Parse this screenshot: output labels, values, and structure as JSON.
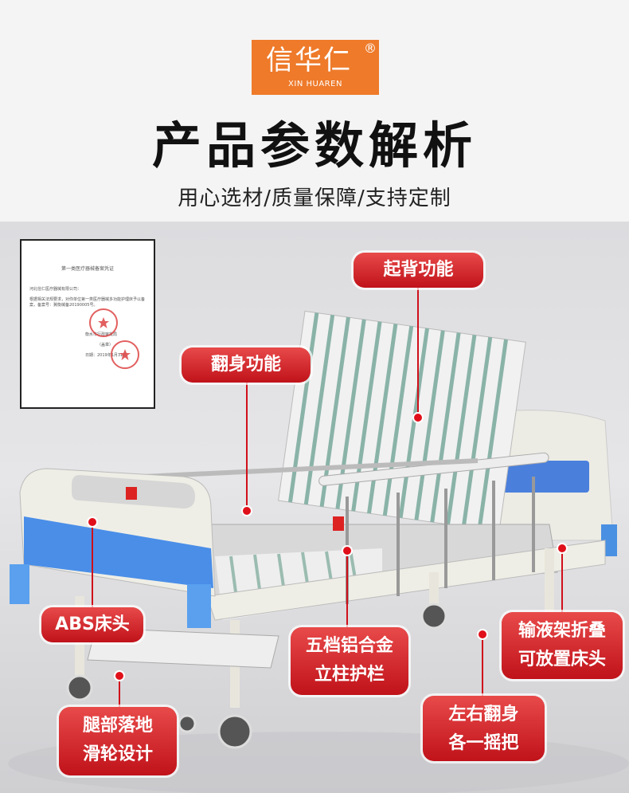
{
  "brand": {
    "name_cn": "信华仁",
    "name_en": "XIN HUAREN",
    "reg_mark": "®",
    "color": "#ee7a2a"
  },
  "header": {
    "title": "产品参数解析",
    "subtitle": "用心选材/质量保障/支持定制"
  },
  "certificate": {
    "title": "第一类医疗器械备案凭证",
    "addressee": "河北信仁医疗器械有限公司：",
    "body": "根据相关法规要求，对你单位第一类医疗器械多功能护理床予以备案，备案号：冀衡械备20190005号。",
    "issuer": "衡水市行政审批局",
    "seal_note": "（盖章）",
    "date": "日期：2019年1月31日"
  },
  "callouts": [
    {
      "id": "backrest",
      "text": "起背功能"
    },
    {
      "id": "turn-over",
      "text": "翻身功能"
    },
    {
      "id": "abs-head",
      "text": "ABS床头"
    },
    {
      "id": "guardrail",
      "lines": [
        "五档铝合金",
        "立柱护栏"
      ]
    },
    {
      "id": "iv-pole",
      "lines": [
        "输液架折叠",
        "可放置床头"
      ]
    },
    {
      "id": "crank",
      "lines": [
        "左右翻身",
        "各一摇把"
      ]
    },
    {
      "id": "casters",
      "lines": [
        "腿部落地",
        "滑轮设计"
      ]
    }
  ],
  "colors": {
    "callout_red": "#d0101a"
  }
}
